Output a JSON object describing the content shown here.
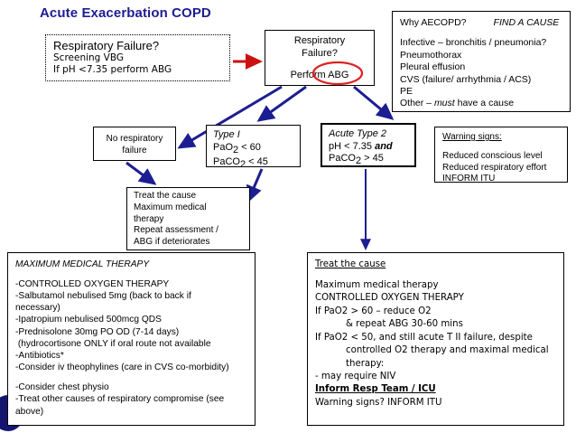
{
  "page": {
    "title": "Acute Exacerbation COPD",
    "title_color": "#1d1d92",
    "arrow_color_primary": "#1d1d92",
    "arrow_color_alert": "#cc1111",
    "highlight_ellipse_color": "#dd2222"
  },
  "boxes": {
    "resp_failure_screen": {
      "name": "Respiratory Failure? screening box",
      "border": "dotted",
      "line1": "Respiratory Failure?",
      "line2": "Screening VBG",
      "line3": "If pH <7.35 perform ABG"
    },
    "respiratory_failure_decision": {
      "name": "Respiratory Failure? Perform ABG",
      "line1": "Respiratory",
      "line2": "Failure?",
      "line3": "Perform ABG",
      "highlight_word": "ABG"
    },
    "why_aecopd": {
      "heading": "Why AECOPD?",
      "heading_right": "FIND A CAUSE",
      "items": [
        "Infective – bronchitis / pneumonia?",
        "Pneumothorax",
        "Pleural effusion",
        "CVS (failure/ arrhythmia / ACS)",
        "PE"
      ],
      "last_item_prefix": "Other – ",
      "last_item_italic": "must",
      "last_item_suffix": " have a cause"
    },
    "no_resp_failure": {
      "line1": "No respiratory",
      "line2": "failure"
    },
    "type_1": {
      "heading": "Type I",
      "line1_a": "PaO",
      "line1_sub": "2",
      "line1_b": " < 60",
      "line2_a": "PaCO",
      "line2_sub": "2",
      "line2_b": " < 45"
    },
    "acute_type_2": {
      "heading": "Acute Type 2",
      "line1_a": "pH < 7.35 ",
      "line1_bold_italic": "and",
      "line2_a": "PaCO",
      "line2_sub": "2",
      "line2_b": " > 45"
    },
    "warning_signs": {
      "heading": "Warning signs:",
      "items": [
        "Reduced conscious level",
        "Reduced respiratory effort",
        "INFORM ITU"
      ]
    },
    "treat_the_cause_small": {
      "lines": [
        "Treat the cause",
        "Maximum medical",
        "therapy",
        "Repeat assessment /",
        "ABG if deteriorates"
      ]
    },
    "maximum_medical_therapy": {
      "heading": "MAXIMUM MEDICAL THERAPY",
      "lines": [
        "-CONTROLLED OXYGEN THERAPY",
        "-Salbutamol nebulised 5mg (back to back if",
        "necessary)",
        "-Ipatropium nebulised 500mcg QDS",
        "-Prednisolone 30mg PO OD (7-14 days)",
        " (hydrocortisone ONLY if oral route not available",
        "-Antibiotics*",
        "-Consider iv theophylines (care in CVS co-morbidity)"
      ],
      "lines_after_gap": [
        "-Consider chest physio",
        "-Treat other causes of respiratory compromise (see",
        "above)"
      ]
    },
    "treat_the_cause_large": {
      "heading": "Treat the cause",
      "line1": "Maximum medical therapy",
      "line2": "CONTROLLED OXYGEN THERAPY",
      "line3": "If PaO2 > 60 – reduce O2",
      "line4_indent": "& repeat ABG 30-60 mins",
      "line5": "If PaO2 < 50, and still acute T II failure, despite",
      "line6_indent": "controlled O2 therapy and maximal medical",
      "line7_indent": "therapy:",
      "line8": "- may require NIV",
      "line9_bold_underline": "Inform Resp Team / ICU",
      "line10": "Warning signs? INFORM ITU"
    }
  }
}
